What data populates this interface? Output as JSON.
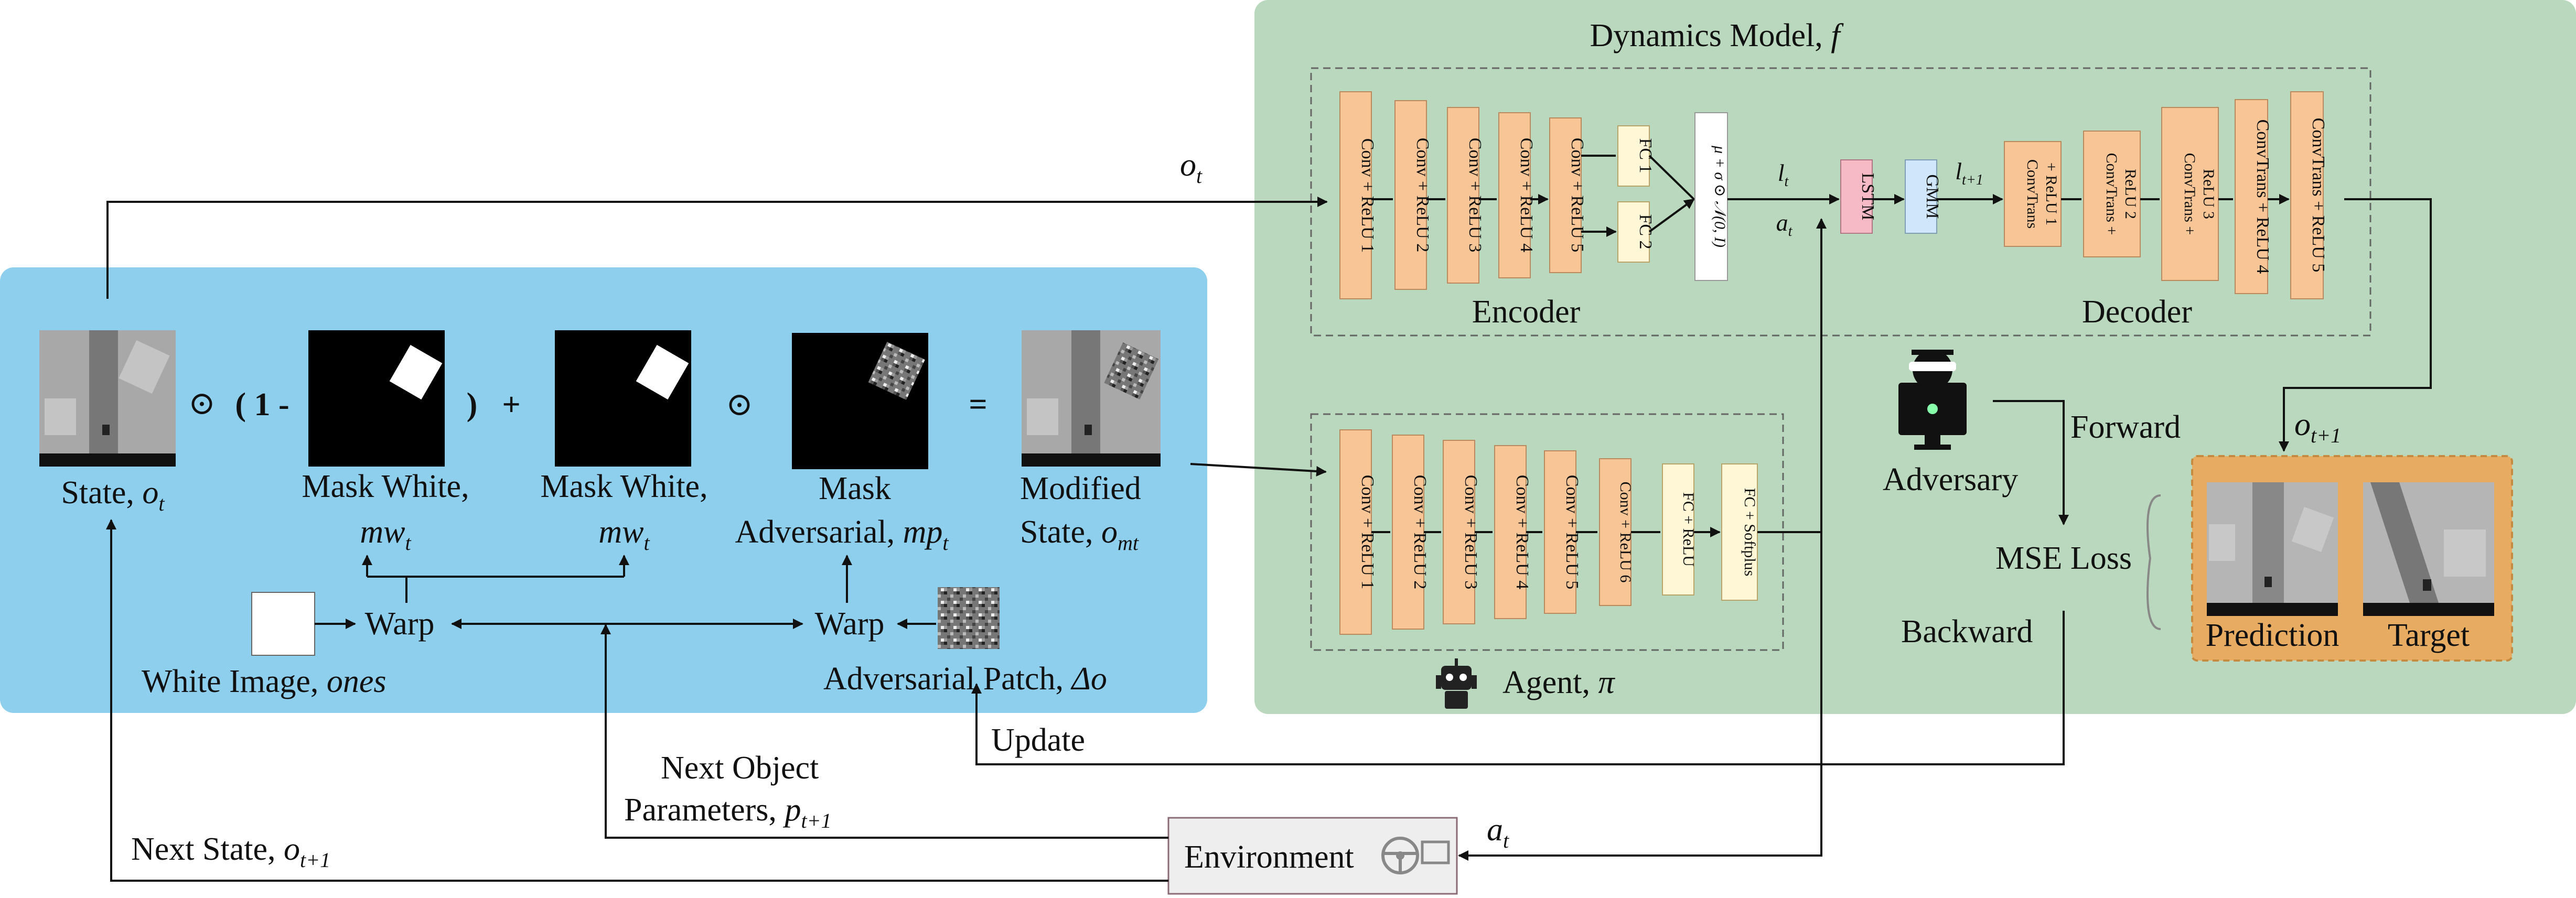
{
  "colors": {
    "left_panel": "#8fcfee",
    "dynamics_panel": "#bad8bd",
    "conv_block": "#f8c596",
    "fc_block": "#fff7d6",
    "lstm": "#f6b9c6",
    "gmm": "#cfe6fb",
    "output_box": "#e8ab62"
  },
  "dynamics": {
    "title": "Dynamics Model, ",
    "title_sym": "f",
    "encoder_label": "Encoder",
    "decoder_label": "Decoder",
    "encoder_blocks": [
      "Conv + ReLU 1",
      "Conv + ReLU 2",
      "Conv + ReLU 3",
      "Conv + ReLU 4",
      "Conv + ReLU 5"
    ],
    "fc1": "FC 1",
    "fc2": "FC 2",
    "reparam": "μ + σ ⊙ 𝒩(0, I)",
    "latent": "l",
    "latent_sub": "t",
    "action": "a",
    "action_sub": "t",
    "lstm": "LSTM",
    "gmm": "GMM",
    "next_latent": "l",
    "next_latent_sub": "t+1",
    "decoder_blocks": [
      [
        "ConvTrans",
        "+ ReLU 1"
      ],
      [
        "ConvTrans +",
        "ReLU 2"
      ],
      [
        "ConvTrans +",
        "ReLU 3"
      ],
      [
        "ConvTrans + ReLU 4"
      ],
      [
        "ConvTrans + ReLU 5"
      ]
    ]
  },
  "agent": {
    "blocks": [
      "Conv + ReLU 1",
      "Conv + ReLU 2",
      "Conv + ReLU 3",
      "Conv + ReLU 4",
      "Conv + ReLU 5",
      "Conv + ReLU 6"
    ],
    "fc_relu": "FC + ReLU",
    "fc_softplus": "FC + Softplus",
    "label": "Agent, ",
    "label_sym": "π"
  },
  "equation": {
    "odot1": "⊙",
    "one_minus": "( 1 -",
    "close_paren": ")",
    "plus": "+",
    "odot2": "⊙",
    "equals": "="
  },
  "labels": {
    "state": "State, ",
    "state_sym": "o",
    "state_sub": "t",
    "mask_white_1": "Mask White,",
    "mask_white_1_sym": "mw",
    "mask_white_1_sub": "t",
    "mask_white_2": "Mask White,",
    "mask_white_2_sym": "mw",
    "mask_white_2_sub": "t",
    "mask_adv_1": "Mask",
    "mask_adv_2": "Adversarial, ",
    "mask_adv_sym": "mp",
    "mask_adv_sub": "t",
    "modified_1": "Modified",
    "modified_2": "State, ",
    "modified_sym": "o",
    "modified_sub": "mt",
    "warp_left": "Warp",
    "warp_right": "Warp",
    "white_image": "White Image, ",
    "white_image_sym": "ones",
    "adv_patch": "Adversarial Patch, ",
    "adv_patch_sym": "Δo",
    "ot_top": "o",
    "ot_top_sub": "t",
    "ot1_right": "o",
    "ot1_right_sub": "t+1",
    "adversary": "Adversary",
    "forward": "Forward",
    "backward": "Backward",
    "mse": "MSE Loss",
    "prediction": "Prediction",
    "target": "Target",
    "update": "Update",
    "next_object_1": "Next Object",
    "next_object_2": "Parameters, ",
    "next_object_sym": "p",
    "next_object_sub": "t+1",
    "next_state": "Next State, ",
    "next_state_sym": "o",
    "next_state_sub": "t+1",
    "environment": "Environment",
    "at_bottom": "a",
    "at_bottom_sub": "t"
  },
  "icons": [
    "robot-icon",
    "steering-wheel-icon",
    "hacker-icon",
    "adversarial-noise-patch"
  ]
}
